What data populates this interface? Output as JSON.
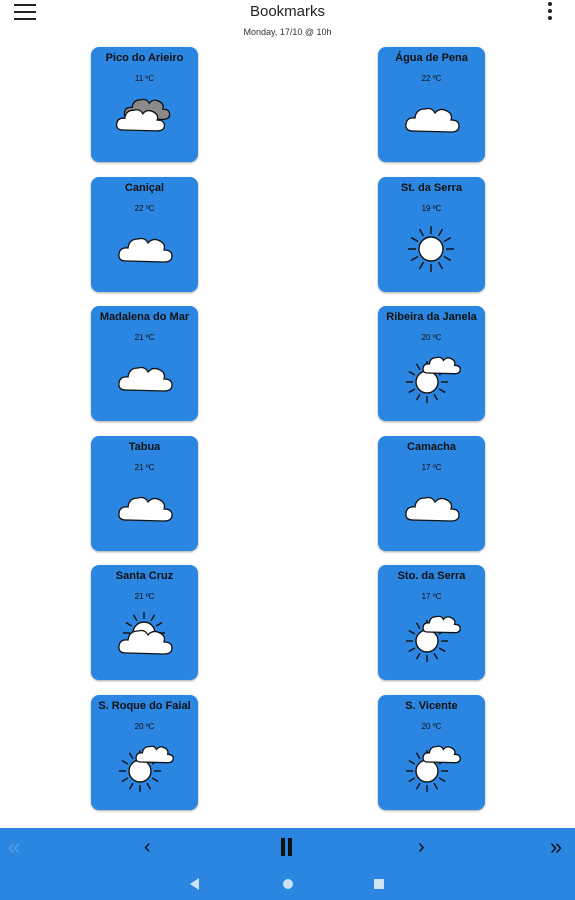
{
  "header": {
    "title": "Bookmarks",
    "subtitle": "Monday, 17/10 @ 10h",
    "menu_icon": "hamburger-menu-icon",
    "overflow_icon": "more-vert-icon"
  },
  "colors": {
    "card_bg": "#2b86e2",
    "bar_bg": "#2b86e2",
    "cloud_fill": "#ffffff",
    "dark_cloud_fill": "#8a8a8a"
  },
  "locations": [
    {
      "name": "Pico do Arieiro",
      "temp": "11 ºC",
      "icon": "dark-cloud-icon"
    },
    {
      "name": "Água de Pena",
      "temp": "22 ºC",
      "icon": "cloud-icon"
    },
    {
      "name": "Caniçal",
      "temp": "22 ºC",
      "icon": "cloud-icon"
    },
    {
      "name": "St. da Serra",
      "temp": "19 ºC",
      "icon": "sun-icon"
    },
    {
      "name": "Madalena do Mar",
      "temp": "21 ºC",
      "icon": "cloud-icon"
    },
    {
      "name": "Ribeira da Janela",
      "temp": "20 ºC",
      "icon": "sun-behind-cloud-icon"
    },
    {
      "name": "Tabua",
      "temp": "21 ºC",
      "icon": "cloud-icon"
    },
    {
      "name": "Camacha",
      "temp": "17 ºC",
      "icon": "cloud-icon"
    },
    {
      "name": "Santa Cruz",
      "temp": "21 ºC",
      "icon": "cloud-over-sun-icon"
    },
    {
      "name": "Sto. da Serra",
      "temp": "17 ºC",
      "icon": "sun-behind-cloud-icon"
    },
    {
      "name": "S. Roque do Faial",
      "temp": "20 ºC",
      "icon": "sun-behind-cloud-icon"
    },
    {
      "name": "S. Vicente",
      "temp": "20 ºC",
      "icon": "sun-behind-cloud-icon"
    }
  ],
  "controls": {
    "first": "«",
    "prev": "‹",
    "next": "›",
    "last": "»"
  }
}
